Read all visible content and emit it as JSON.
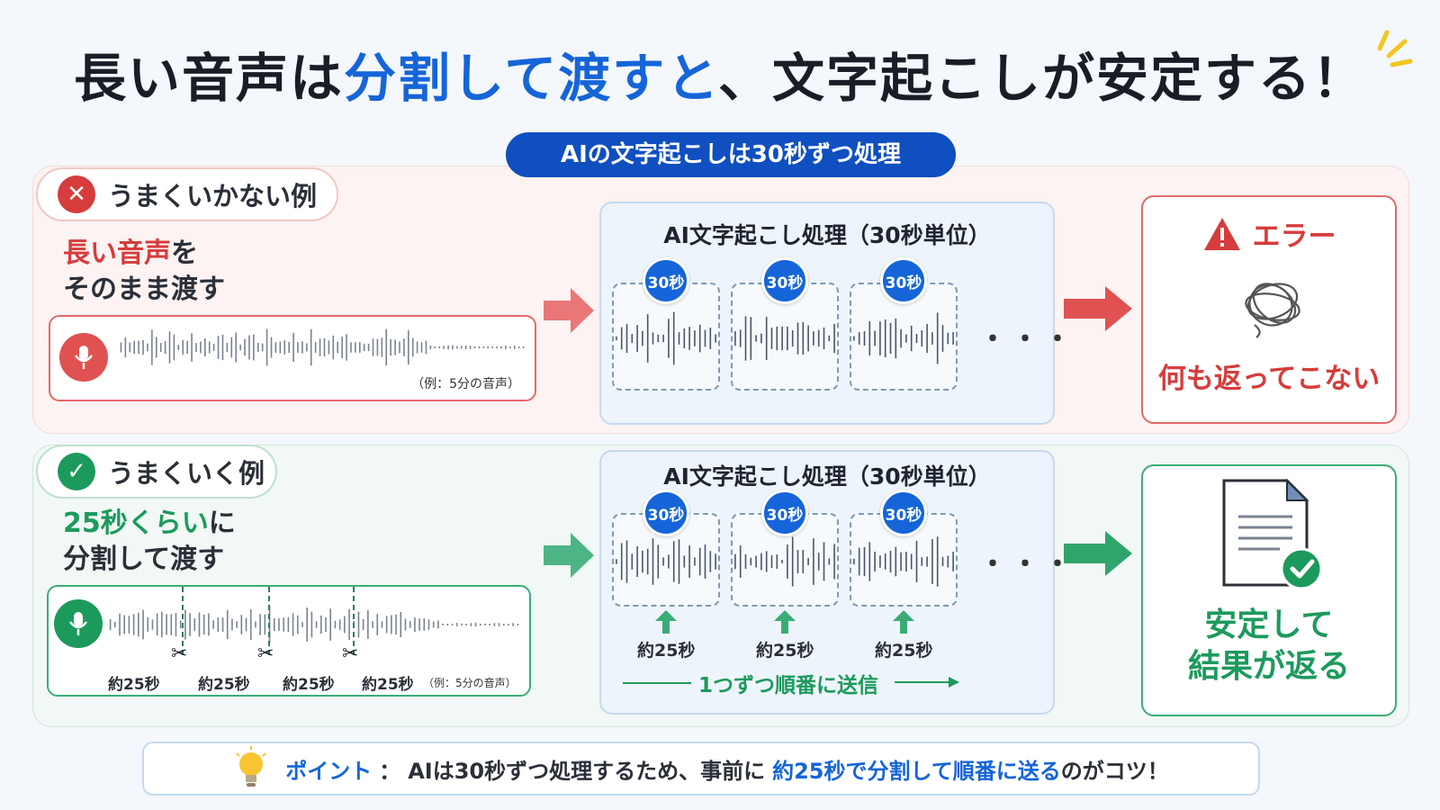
{
  "title": {
    "part1": "長い音声は",
    "highlight": "分割して渡すと",
    "part2": "、文字起こしが安定する！"
  },
  "pill_label": "AIの文字起こしは30秒ずつ処理",
  "bad_example": {
    "tag": "うまくいかない例",
    "desc_highlight": "長い音声",
    "desc_rest_line1": "を",
    "desc_line2": "そのまま渡す",
    "audio_note": "（例：5分の音声）",
    "process_title": "AI文字起こし処理（30秒単位）",
    "chunk_badges": [
      "30秒",
      "30秒",
      "30秒"
    ],
    "dots": "・・・",
    "result_title": "エラー",
    "result_text": "何も返ってこない"
  },
  "good_example": {
    "tag": "うまくいく例",
    "desc_highlight": "25秒くらい",
    "desc_rest_line1": "に",
    "desc_line2": "分割して渡す",
    "segment_labels": [
      "約25秒",
      "約25秒",
      "約25秒",
      "約25秒"
    ],
    "audio_note": "（例：5分の音声）",
    "process_title": "AI文字起こし処理（30秒単位）",
    "chunk_badges": [
      "30秒",
      "30秒",
      "30秒"
    ],
    "chunk_labels": [
      "約25秒",
      "約25秒",
      "約25秒"
    ],
    "send_label": "1つずつ順番に送信",
    "dots": "・・・",
    "result_line1": "安定して",
    "result_line2": "結果が返る"
  },
  "tip": {
    "label": "ポイント",
    "separator": "：",
    "text1": "AIは30秒ずつ処理するため、事前に",
    "highlight": "約25秒で分割して順番に送る",
    "text2": "のがコツ！"
  },
  "colors": {
    "accent_blue": "#1565d8",
    "error_red": "#d63c3c",
    "success_green": "#1c9a5c"
  }
}
